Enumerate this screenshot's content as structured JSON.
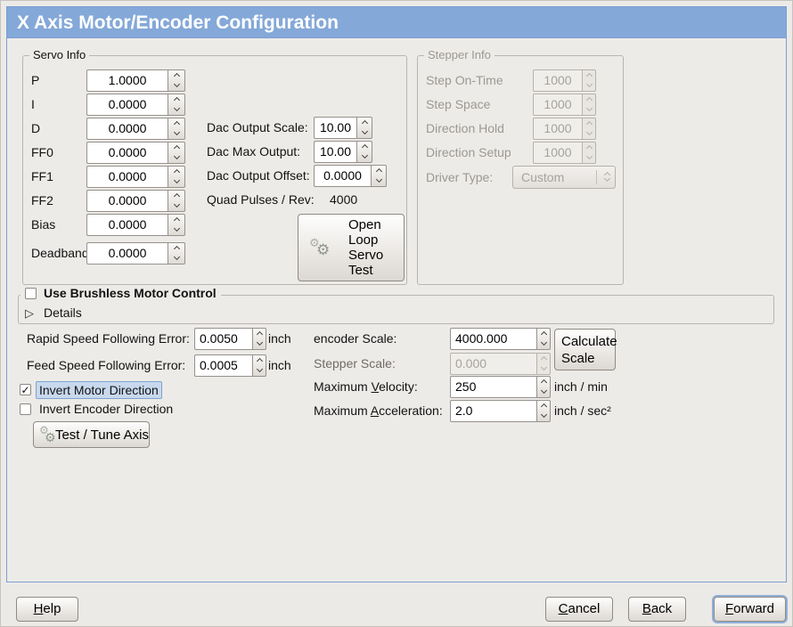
{
  "titlebar": {
    "title": "X Axis Motor/Encoder Configuration",
    "bg": "#84A8D8",
    "border": "#7B9ED2"
  },
  "colors": {
    "window_bg": "#ECEAE7",
    "panel_bg": "#EDEBE8",
    "focus_fill": "#C8D9EE",
    "focus_border": "#7DA2CE"
  },
  "icons": {
    "gear": "⚙",
    "check": "✓",
    "expander": "▷"
  },
  "servo_frame": {
    "legend": "Servo Info",
    "rows": [
      {
        "label": "P",
        "value": "1.0000"
      },
      {
        "label": "I",
        "value": "0.0000"
      },
      {
        "label": "D",
        "value": "0.0000"
      },
      {
        "label": "FF0",
        "value": "0.0000"
      },
      {
        "label": "FF1",
        "value": "0.0000"
      },
      {
        "label": "FF2",
        "value": "0.0000"
      },
      {
        "label": "Bias",
        "value": "0.0000"
      },
      {
        "label": "Deadband",
        "value": "0.0000"
      }
    ]
  },
  "dac": {
    "rows": [
      {
        "label": "Dac Output Scale:",
        "value": "10.00"
      },
      {
        "label": "Dac Max Output:",
        "value": "10.00"
      },
      {
        "label": "Dac Output Offset:",
        "value": "0.0000"
      }
    ],
    "quad_label": "Quad Pulses / Rev:",
    "quad_value": "4000"
  },
  "open_loop_button": {
    "lines": [
      "Open",
      "Loop",
      "Servo",
      "Test"
    ]
  },
  "stepper_frame": {
    "legend": "Stepper Info",
    "rows": [
      {
        "label": "Step On-Time",
        "value": "1000"
      },
      {
        "label": "Step Space",
        "value": "1000"
      },
      {
        "label": "Direction Hold",
        "value": "1000"
      },
      {
        "label": "Direction Setup",
        "value": "1000"
      }
    ],
    "driver_label": "Driver Type:",
    "driver_value": "Custom"
  },
  "brushless": {
    "label": "Use Brushless Motor Control",
    "details": "Details"
  },
  "follow_errors": {
    "rapid_label": "Rapid Speed Following Error:",
    "rapid_value": "0.0050",
    "feed_label": "Feed Speed Following Error:",
    "feed_value": "0.0005",
    "unit": "inch"
  },
  "inverts": {
    "motor_label": "Invert Motor Direction",
    "encoder_label": "Invert Encoder Direction"
  },
  "test_tune_label": "Test / Tune Axis",
  "scales": {
    "encoder_label": "encoder Scale:",
    "encoder_value": "4000.000",
    "stepper_label": "Stepper Scale:",
    "stepper_value": "0.000",
    "calc_line1": "Calculate",
    "calc_line2": "Scale",
    "vel_prefix": "Maximum ",
    "vel_mnemonic": "V",
    "vel_rest": "elocity:",
    "vel_value": "250",
    "vel_unit": "inch / min",
    "acc_prefix": "Maximum ",
    "acc_mnemonic": "A",
    "acc_rest": "cceleration:",
    "acc_value": "2.0",
    "acc_unit": "inch / sec²"
  },
  "footer": {
    "help": {
      "m": "H",
      "rest": "elp"
    },
    "cancel": {
      "m": "C",
      "rest": "ancel"
    },
    "back": {
      "m": "B",
      "rest": "ack"
    },
    "forward": {
      "m": "F",
      "rest": "orward"
    }
  }
}
